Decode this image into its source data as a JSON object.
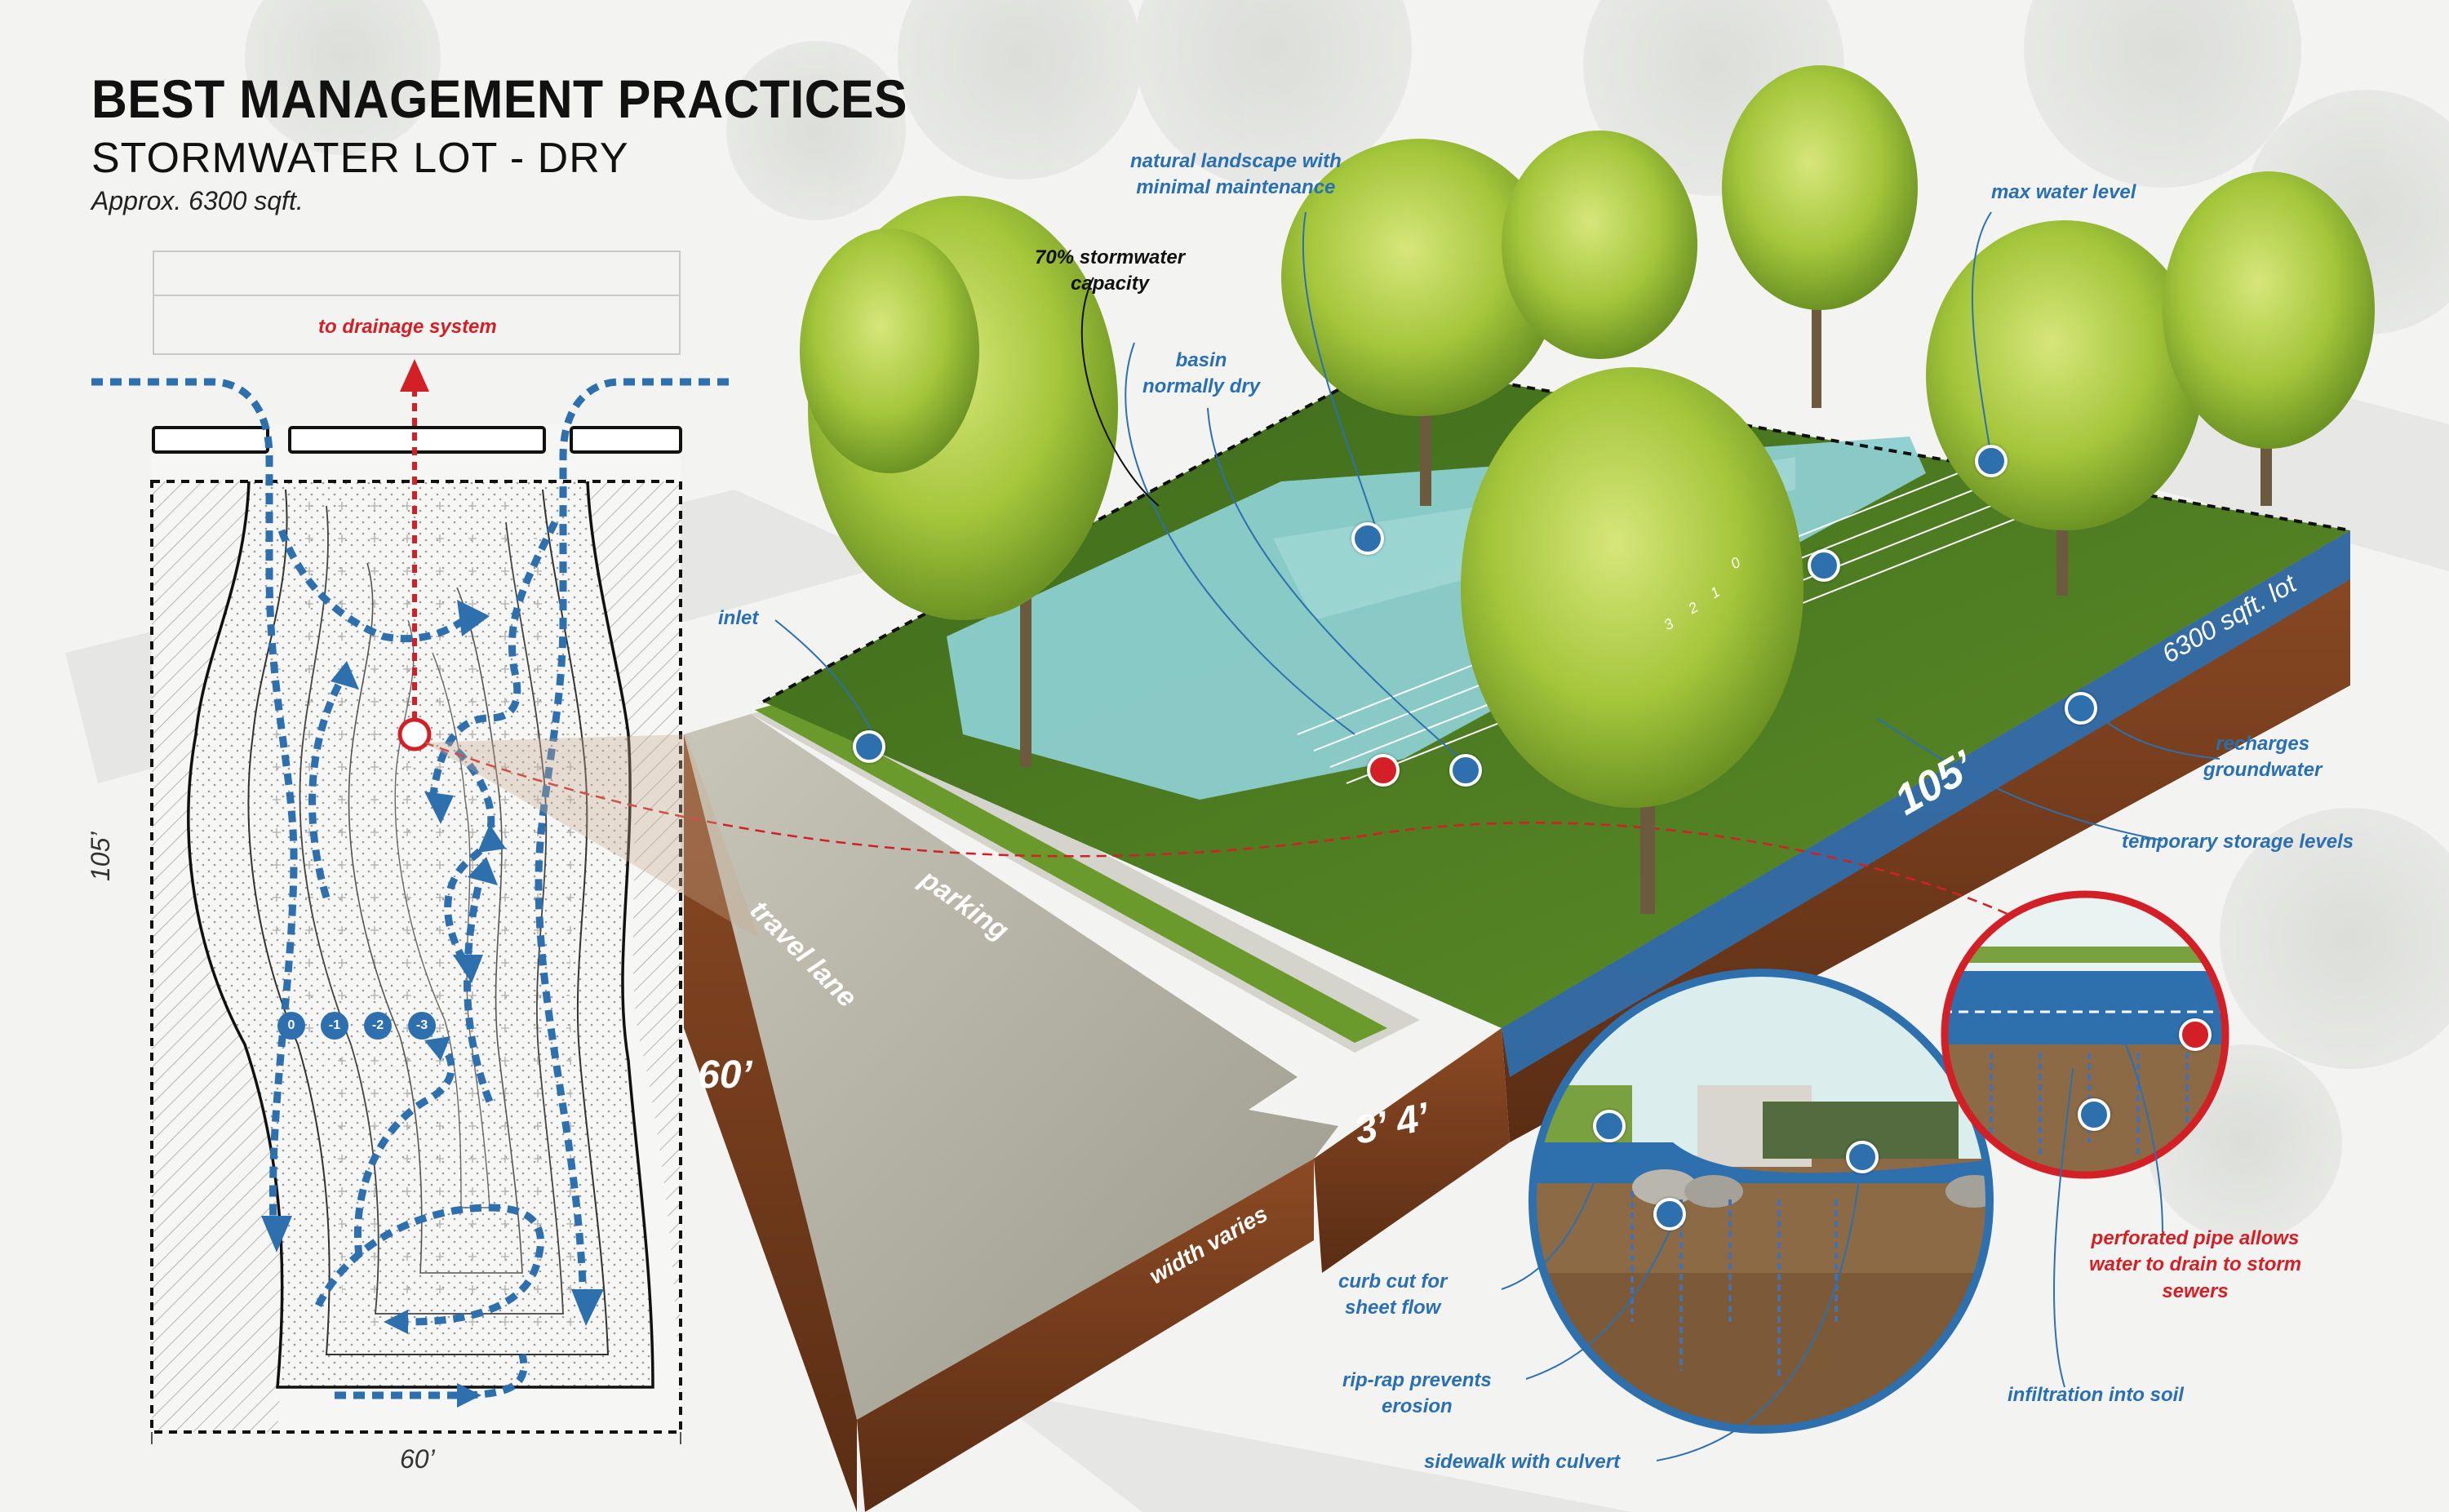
{
  "header": {
    "title": "BEST MANAGEMENT PRACTICES",
    "subtitle": "STORMWATER  LOT - DRY",
    "area": "Approx. 6300 sqft."
  },
  "plan": {
    "drainage_label": "to drainage system",
    "width_label": "60’",
    "length_label": "105’",
    "levels": [
      "0",
      "-1",
      "-2",
      "-3"
    ]
  },
  "callouts": {
    "natural_landscape": "natural landscape with\nminimal maintenance",
    "max_water": "max water level",
    "capacity": "70% stormwater\ncapacity",
    "basin": "basin\nnormally dry",
    "inlet": "inlet",
    "recharges": "recharges\ngroundwater",
    "temporary": "temporary storage levels",
    "curb_cut": "curb cut for\nsheet flow",
    "rip_rap": "rip-rap prevents\nerosion",
    "sidewalk": "sidewalk with culvert",
    "infiltration": "infiltration into soil",
    "perforated": "perforated pipe allows\nwater to drain to storm\nsewers"
  },
  "block": {
    "lot_label": "6300 sqft. lot",
    "length_label": "105’",
    "road_width": "60’",
    "depth_label": "3’ 4’",
    "width_varies": "width varies",
    "parking": "parking",
    "travel_lane": "travel lane",
    "scale_marks": [
      "3",
      "2",
      "1",
      "0"
    ]
  },
  "colors": {
    "accent_blue": "#2e6fae",
    "alert_red": "#d32027",
    "grass": "#4e7d22",
    "soil": "#7a4020",
    "water": "#8ccfd0"
  }
}
